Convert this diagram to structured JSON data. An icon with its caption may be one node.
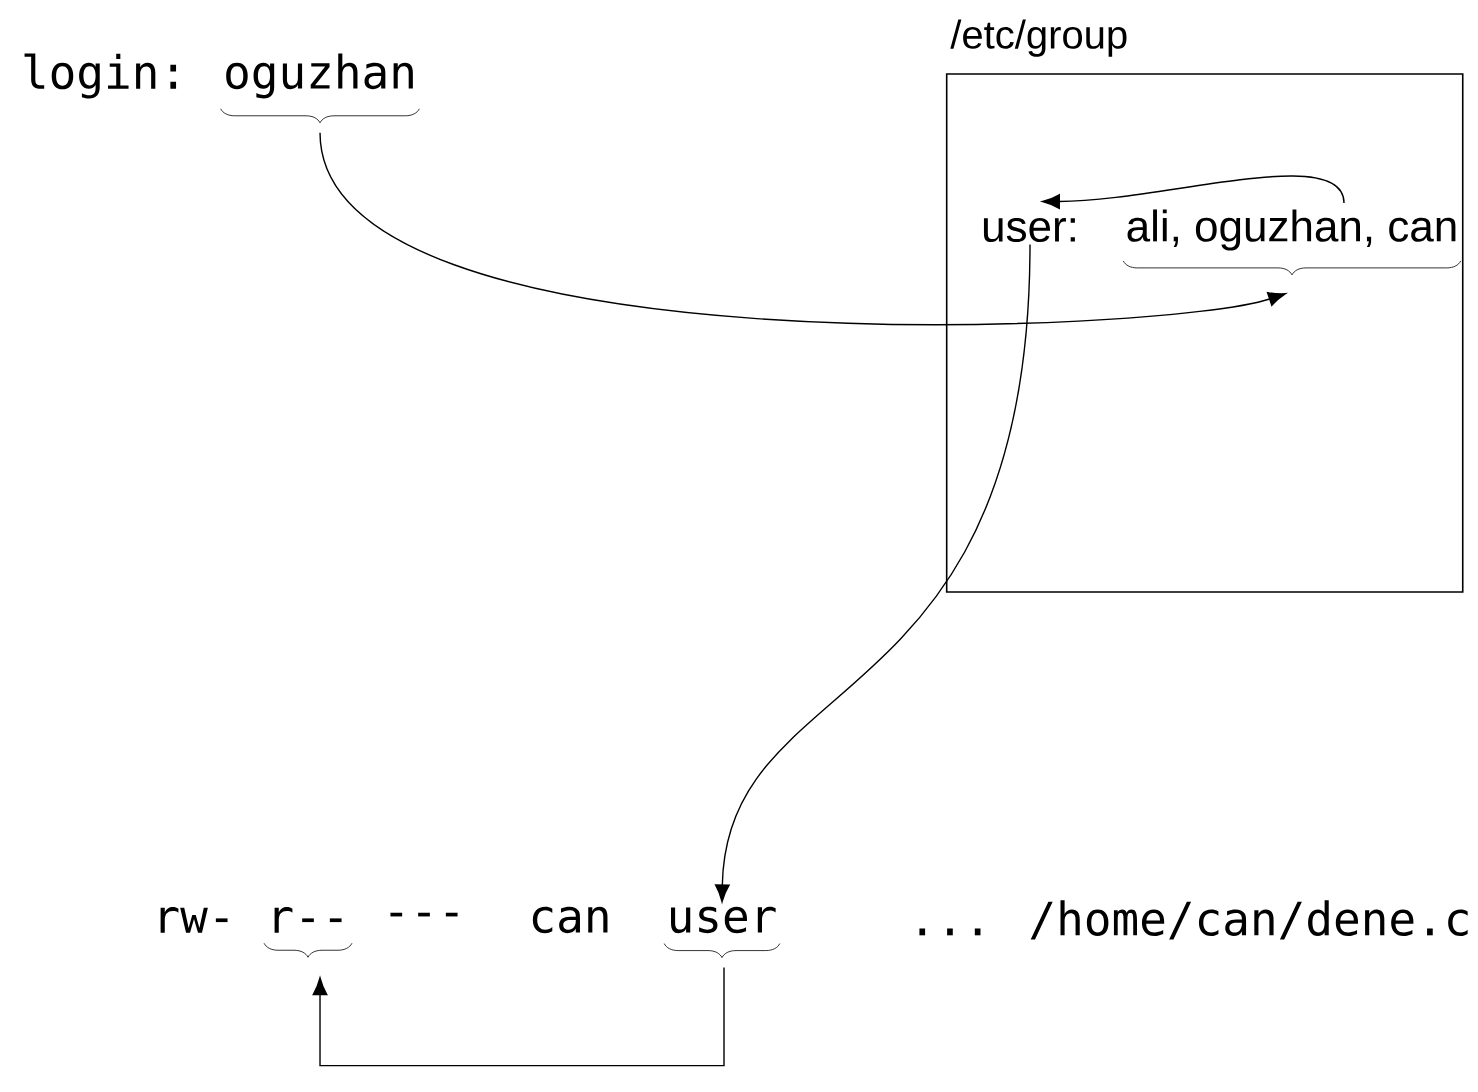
{
  "diagram": {
    "nodes": [
      {
        "text": [
          "oguzhan"
        ]
      },
      {
        "text": [
          "/etc/group"
        ]
      },
      {
        "text": [
          "user:"
        ],
        "in": 1
      },
      {
        "text": [
          "ali, oguzhan, can"
        ],
        "in": 1
      },
      {
        "text": [
          "r--"
        ]
      },
      {
        "text": [
          "user"
        ]
      }
    ],
    "edges": [
      {
        "from": 0,
        "to": 3,
        "arrow": "to"
      },
      {
        "from": 3,
        "to": 2,
        "arrow": "to"
      },
      {
        "from": 2,
        "to": 5,
        "arrow": "to"
      },
      {
        "from": 5,
        "to": 4,
        "arrow": "to"
      }
    ],
    "labels": [
      "login:",
      "rw-",
      "---",
      "can",
      "... /home/can/dene.c"
    ]
  }
}
